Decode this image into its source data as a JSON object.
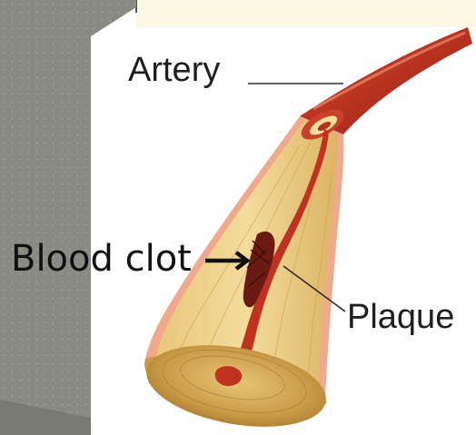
{
  "diagram": {
    "labels": {
      "artery": "Artery",
      "plaque": "Plaque",
      "blood_clot": "Blood clot"
    },
    "colors": {
      "slide_gray": "#8a8a85",
      "artery_wall": "#c8402a",
      "plaque_fill": "#e9c77a",
      "lumen_blood": "#c1311f",
      "clot": "#6b1a12",
      "header_strip": "#fdf8e4"
    }
  }
}
